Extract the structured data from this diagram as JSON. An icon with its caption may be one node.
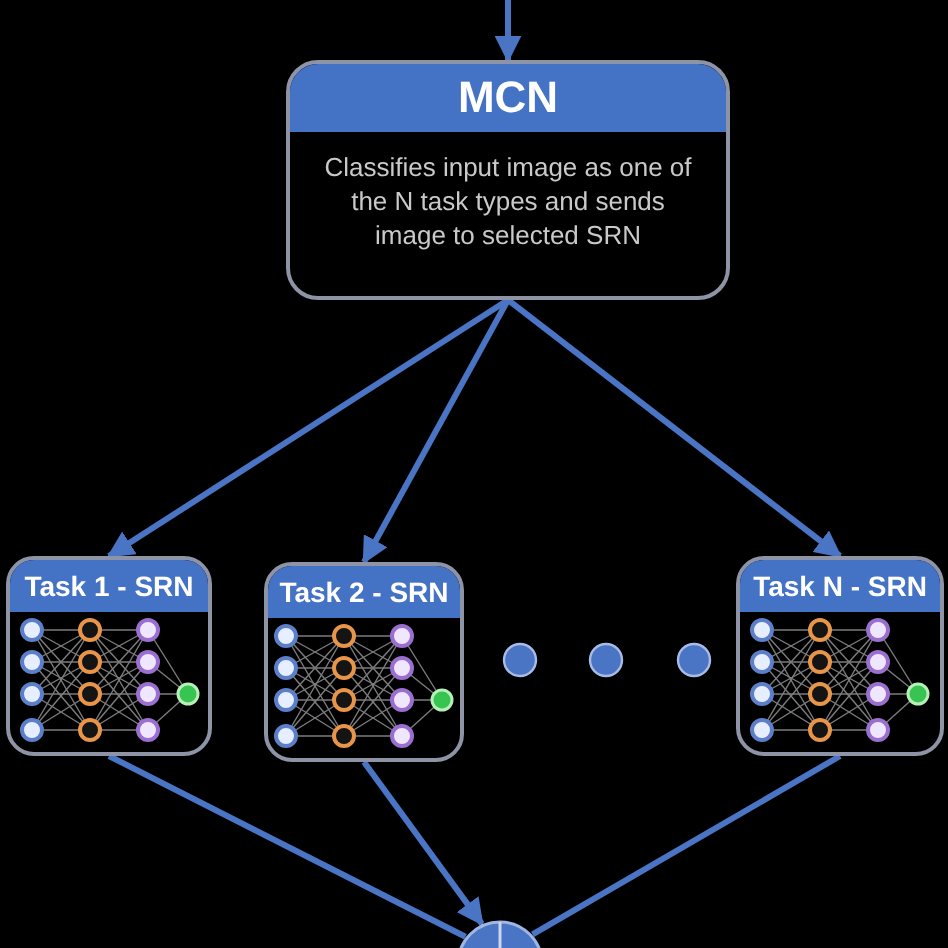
{
  "diagram": {
    "nodes": [
      {
        "text": [
          "MCN",
          "Classifies input image as one of the N task types and sends image to selected SRN"
        ]
      },
      {
        "text": [
          "Task 1 - SRN"
        ]
      },
      {
        "text": [
          "Task 2 - SRN"
        ]
      },
      {
        "text": [
          "Task N - SRN"
        ]
      },
      {
        "text": [],
        "shape": "circle"
      }
    ],
    "edges": [
      {
        "from": null,
        "to": 0,
        "arrow": "to"
      },
      {
        "from": 0,
        "to": 1,
        "arrow": "to"
      },
      {
        "from": 0,
        "to": 2,
        "arrow": "to"
      },
      {
        "from": 0,
        "to": 3,
        "arrow": "to"
      },
      {
        "from": 1,
        "to": 4,
        "arrow": "none"
      },
      {
        "from": 2,
        "to": 4,
        "arrow": "to"
      },
      {
        "from": 3,
        "to": 4,
        "arrow": "none"
      }
    ]
  }
}
